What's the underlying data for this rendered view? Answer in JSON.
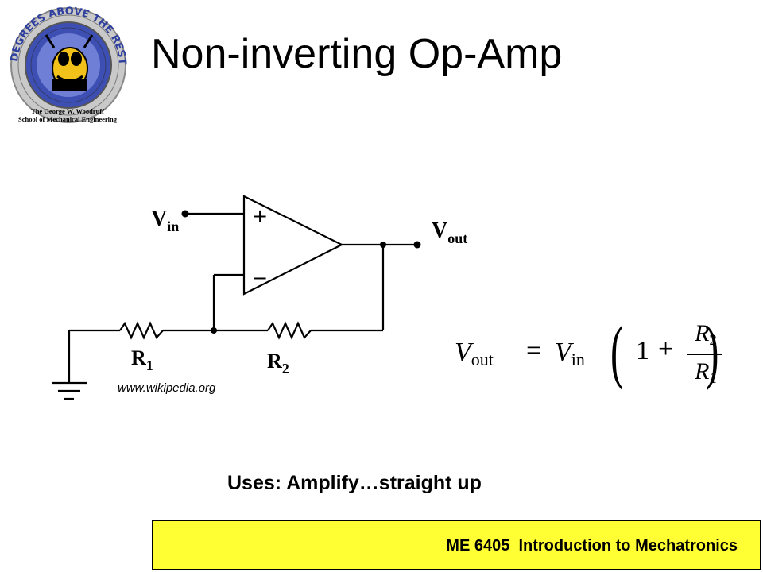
{
  "slide": {
    "title": "Non-inverting Op-Amp",
    "logo": {
      "arc_text": "DEGREES ABOVE THE REST",
      "caption_line1": "The George W. Woodruff",
      "caption_line2": "School of Mechanical Engineering"
    },
    "circuit": {
      "vin_label": "V",
      "vin_sub": "in",
      "vout_label": "V",
      "vout_sub": "out",
      "r1_label": "R",
      "r1_sub": "1",
      "r2_label": "R",
      "r2_sub": "2",
      "plus_sign": "+",
      "minus_sign": "−",
      "source_note": "www.wikipedia.org"
    },
    "formula": {
      "lhs": "V",
      "lhs_sub": "out",
      "equals": "=",
      "vin": "V",
      "vin_sub": "in",
      "lparen": "(",
      "one": "1",
      "plus": "+",
      "num": "R",
      "num_sub": "2",
      "den": "R",
      "den_sub": "1",
      "rparen": ")"
    },
    "uses": "Uses: Amplify…straight up",
    "footer": {
      "text": "ME 6405  Introduction to Mechatronics",
      "background": "#ffff33"
    }
  }
}
